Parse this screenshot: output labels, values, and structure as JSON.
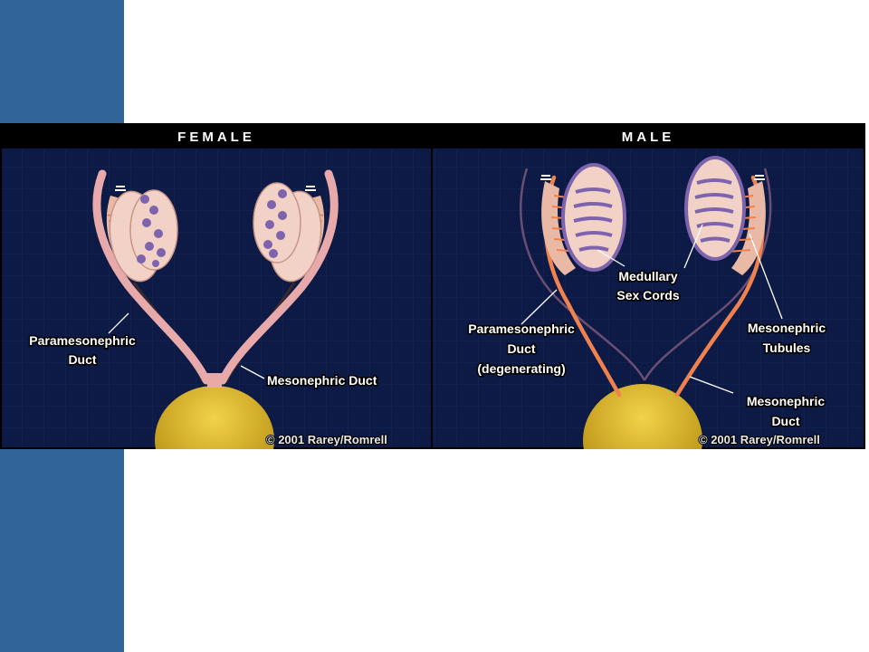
{
  "panels": {
    "female": {
      "title": "FEMALE",
      "labels": {
        "paramesonephric_1": "Paramesonephric",
        "paramesonephric_2": "Duct",
        "mesonephric_duct": "Mesonephric Duct"
      },
      "copyright": "© 2001 Rarey/Romrell"
    },
    "male": {
      "title": "MALE",
      "labels": {
        "medullary_1": "Medullary",
        "medullary_2": "Sex Cords",
        "paramesonephric_1": "Paramesonephric",
        "paramesonephric_2": "Duct",
        "paramesonephric_3": "(degenerating)",
        "mesonephric_tubules_1": "Mesonephric",
        "mesonephric_tubules_2": "Tubules",
        "mesonephric_duct_1": "Mesonephric",
        "mesonephric_duct_2": "Duct"
      },
      "copyright": "© 2001 Rarey/Romrell"
    }
  },
  "colors": {
    "slide_accent": "#31659a",
    "panel_background": "#0d1a45",
    "paramesonephric_duct": "#e7a9aa",
    "mesonephric_duct_male": "#f0824e",
    "gonad": "#f2d2c6",
    "cords": "#7e63ad",
    "cloaca": "#e0b519"
  }
}
